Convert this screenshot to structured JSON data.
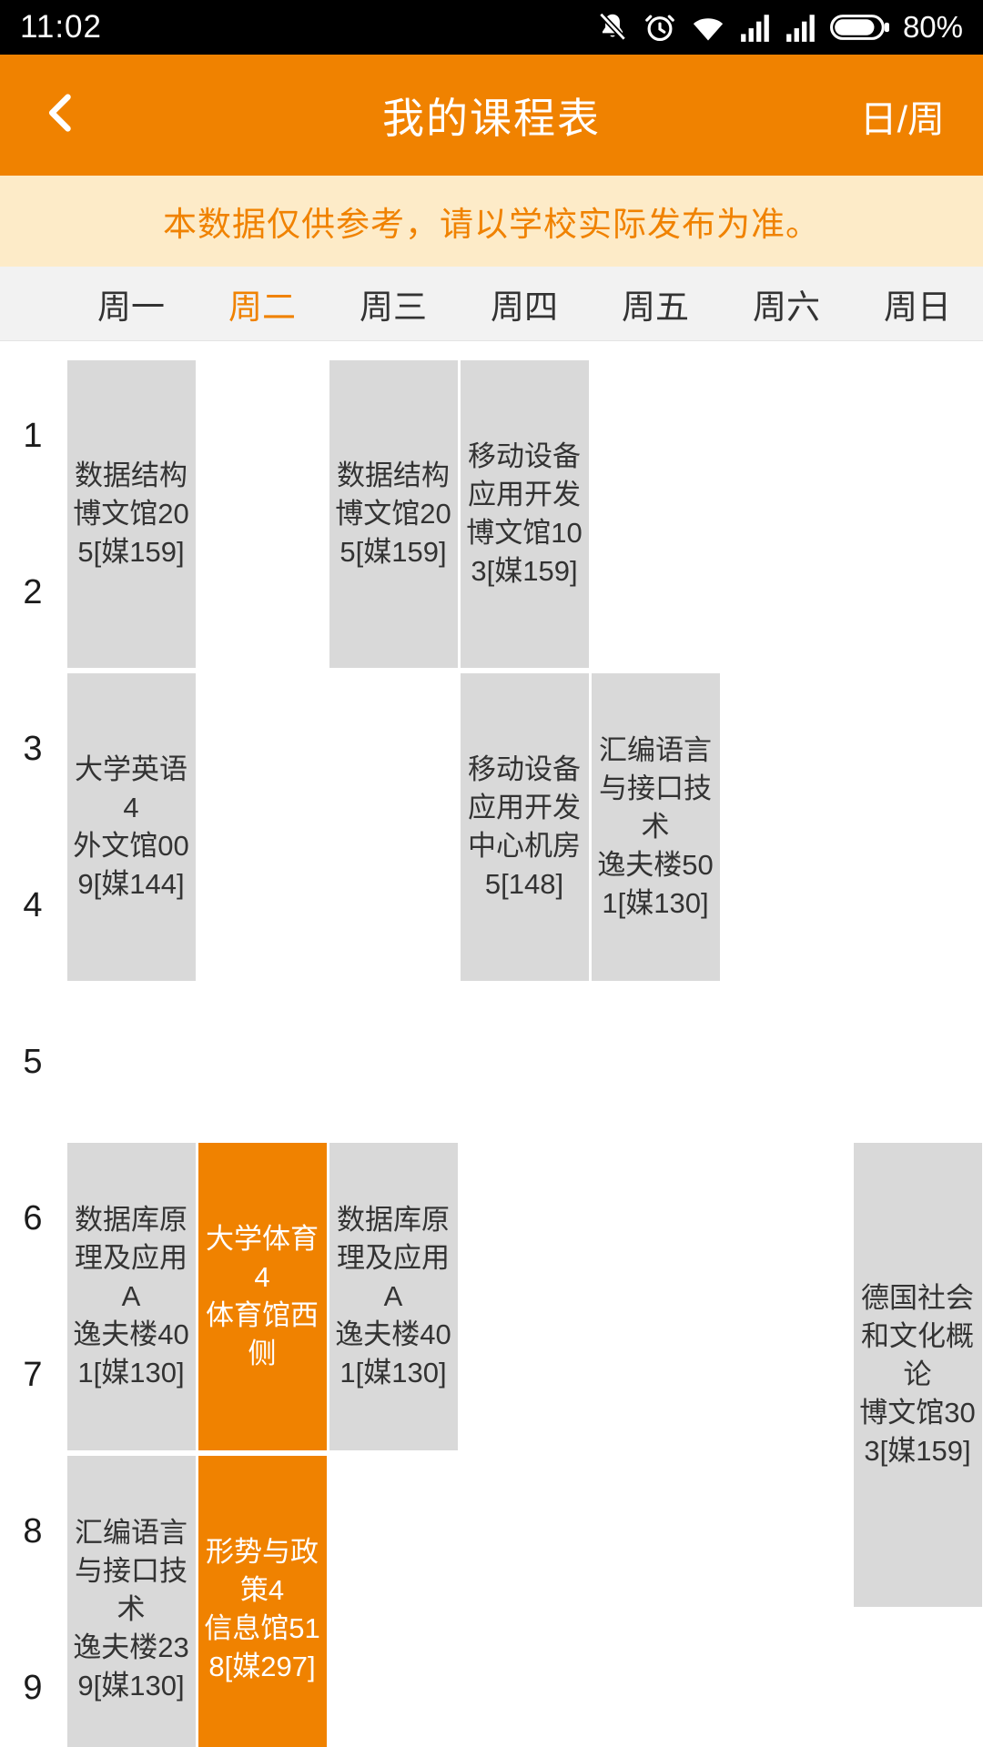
{
  "status_bar": {
    "time": "11:02",
    "battery": "80%"
  },
  "header": {
    "title": "我的课程表",
    "view_toggle": "日/周"
  },
  "notice": {
    "text": "本数据仅供参考，请以学校实际发布为准。"
  },
  "days": [
    {
      "label": "周一",
      "active": false
    },
    {
      "label": "周二",
      "active": true
    },
    {
      "label": "周三",
      "active": false
    },
    {
      "label": "周四",
      "active": false
    },
    {
      "label": "周五",
      "active": false
    },
    {
      "label": "周六",
      "active": false
    },
    {
      "label": "周日",
      "active": false
    }
  ],
  "periods": [
    "1",
    "2",
    "3",
    "4",
    "5",
    "6",
    "7",
    "8",
    "9"
  ],
  "courses": [
    {
      "day": "周一",
      "periods": "1-2",
      "highlight": false,
      "text": "数据结构\n博文馆205[媒159]"
    },
    {
      "day": "周一",
      "periods": "3-4",
      "highlight": false,
      "text": "大学英语4\n外文馆009[媒144]"
    },
    {
      "day": "周一",
      "periods": "6-7",
      "highlight": false,
      "text": "数据库原理及应用A\n逸夫楼401[媒130]"
    },
    {
      "day": "周一",
      "periods": "8-9",
      "highlight": false,
      "text": "汇编语言与接口技术\n逸夫楼239[媒130]"
    },
    {
      "day": "周二",
      "periods": "6-7",
      "highlight": true,
      "text": "大学体育4\n体育馆西侧"
    },
    {
      "day": "周二",
      "periods": "8-9",
      "highlight": true,
      "text": "形势与政策4\n信息馆518[媒297]"
    },
    {
      "day": "周三",
      "periods": "1-2",
      "highlight": false,
      "text": "数据结构\n博文馆205[媒159]"
    },
    {
      "day": "周三",
      "periods": "6-7",
      "highlight": false,
      "text": "数据库原理及应用A\n逸夫楼401[媒130]"
    },
    {
      "day": "周四",
      "periods": "1-2",
      "highlight": false,
      "text": "移动设备应用开发\n博文馆103[媒159]"
    },
    {
      "day": "周四",
      "periods": "3-4",
      "highlight": false,
      "text": "移动设备应用开发\n中心机房5[148]"
    },
    {
      "day": "周五",
      "periods": "3-4",
      "highlight": false,
      "text": "汇编语言与接口技术\n逸夫楼501[媒130]"
    },
    {
      "day": "周日",
      "periods": "6-8",
      "highlight": false,
      "text": "德国社会和文化概论\n博文馆303[媒159]"
    }
  ],
  "colors": {
    "accent": "#F08200",
    "notice_bg": "#FDEBC8",
    "block_gray": "#D9D9D9",
    "status_bar_bg": "#000000"
  }
}
